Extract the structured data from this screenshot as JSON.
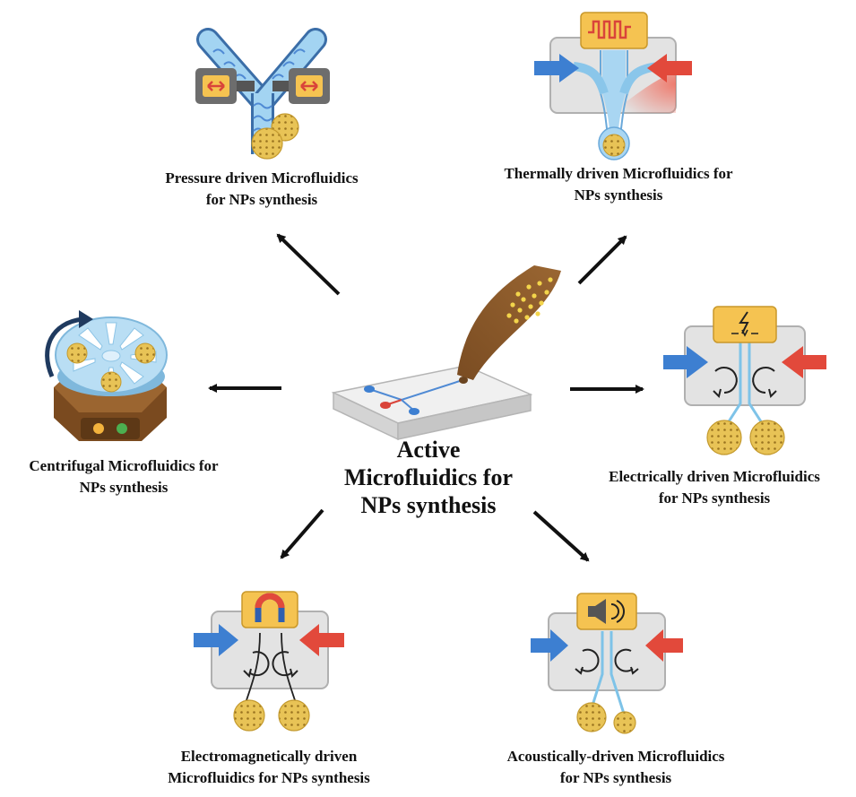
{
  "center": {
    "line1": "Active",
    "line2": "Microfluidics for",
    "line3": "NPs synthesis"
  },
  "modules": {
    "pressure": {
      "line1": "Pressure driven Microfluidics",
      "line2": "for NPs synthesis"
    },
    "thermal": {
      "line1": "Thermally driven Microfluidics for",
      "line2": "NPs synthesis"
    },
    "centrifugal": {
      "line1": "Centrifugal Microfluidics for",
      "line2": "NPs synthesis"
    },
    "electrical": {
      "line1": "Electrically driven Microfluidics",
      "line2": "for NPs synthesis"
    },
    "magnetic": {
      "line1": "Electromagnetically driven",
      "line2": "Microfluidics for NPs synthesis"
    },
    "acoustic": {
      "line1": "Acoustically-driven Microfluidics",
      "line2": "for NPs synthesis"
    }
  },
  "colors": {
    "inlet_blue": "#3d7fd1",
    "inlet_red": "#e2493b",
    "chip_gray": "#d9d9d9",
    "actuator_orange": "#f5c351",
    "nanoparticle_gold": "#e8c356",
    "channel_blue": "#7ec3e8",
    "tube_brown": "#8a5a2b",
    "stand_brown": "#7a4a1f"
  },
  "icons": [
    "pressure-valve-icon",
    "heater-icon",
    "rotating-disc-icon",
    "voltage-icon",
    "magnet-icon",
    "speaker-icon",
    "nanoparticle-icon",
    "flow-arrow-icon"
  ]
}
